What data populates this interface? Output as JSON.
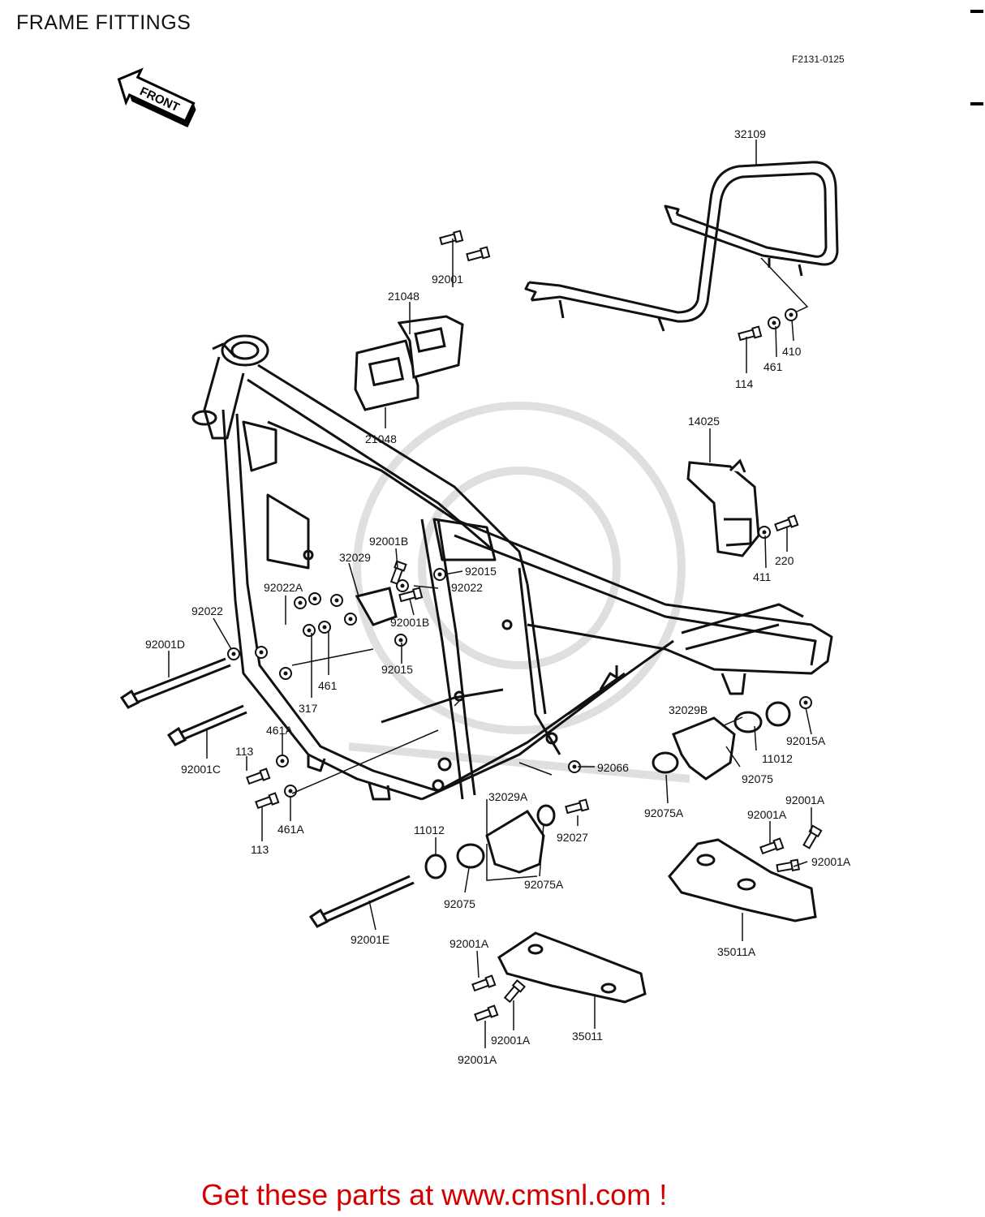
{
  "page": {
    "title": "FRAME FITTINGS",
    "diagram_code": "F2131-0125",
    "direction_label": "FRONT",
    "call_to_action": "Get these parts at www.cmsnl.com !",
    "accent_color": "#d40000"
  },
  "parts": {
    "p32109": "32109",
    "p92001": "92001",
    "p21048_top": "21048",
    "p21048_bottom": "21048",
    "p114": "114",
    "p461_top": "461",
    "p410": "410",
    "p14025": "14025",
    "p220": "220",
    "p411": "411",
    "p92001B_a": "92001B",
    "p32029": "32029",
    "p92015_a": "92015",
    "p92022_a": "92022",
    "p92022A": "92022A",
    "p92001B_b": "92001B",
    "p92022_b": "92022",
    "p92001D": "92001D",
    "p92015_b": "92015",
    "p461_mid": "461",
    "p317": "317",
    "p461A_a": "461A",
    "p92001C": "92001C",
    "p113_a": "113",
    "p461A_b": "461A",
    "p113_b": "113",
    "p32029B": "32029B",
    "p92015A": "92015A",
    "p11012_a": "11012",
    "p92075_a": "92075",
    "p92066": "92066",
    "p92075A_a": "92075A",
    "p32029A": "32029A",
    "p92027": "92027",
    "p11012_b": "11012",
    "p92075_b": "92075",
    "p92075A_b": "92075A",
    "p92001E": "92001E",
    "p92001A_a": "92001A",
    "p92001A_b": "92001A",
    "p92001A_c": "92001A",
    "p35011A": "35011A",
    "p92001A_d": "92001A",
    "p35011": "35011",
    "p92001A_e": "92001A",
    "p92001A_f": "92001A"
  }
}
